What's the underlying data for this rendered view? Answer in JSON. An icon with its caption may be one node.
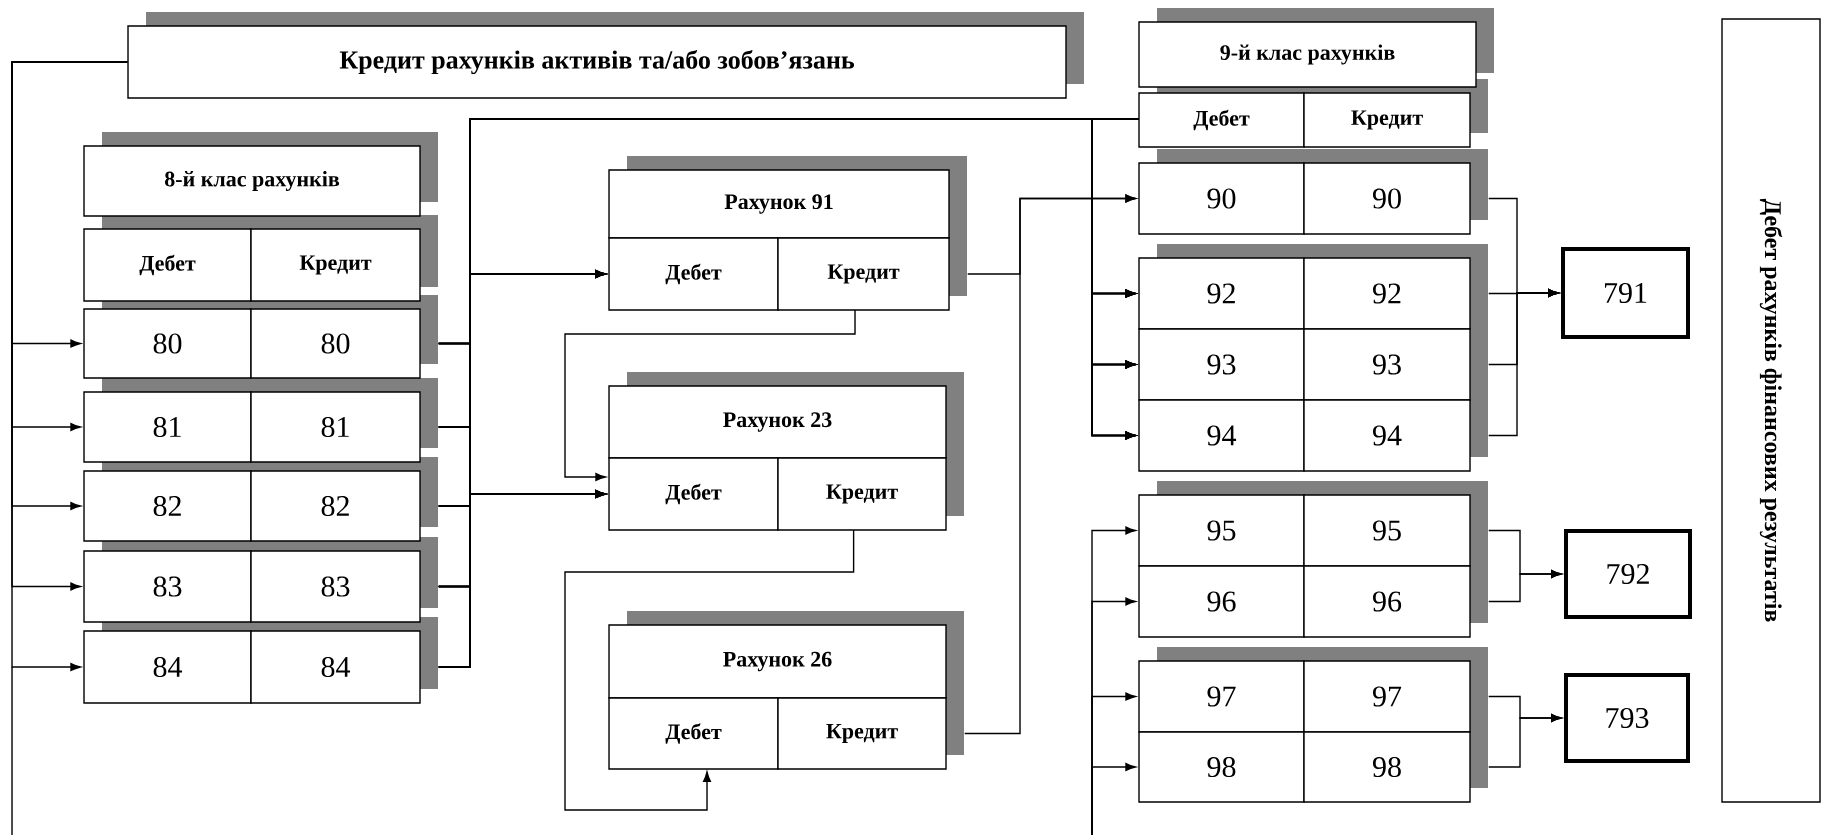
{
  "diagram": {
    "nodes": [
      {
        "text": [
          "Кредит рахунків активів та/або зобов’язань"
        ]
      },
      {
        "text": [
          "8-й клас рахунків"
        ]
      },
      {
        "text": [
          "Дебет",
          "Кредит"
        ]
      },
      {
        "text": [
          "80",
          "80"
        ]
      },
      {
        "text": [
          "81",
          "81"
        ]
      },
      {
        "text": [
          "82",
          "82"
        ]
      },
      {
        "text": [
          "83",
          "83"
        ]
      },
      {
        "text": [
          "84",
          "84"
        ]
      },
      {
        "text": [
          "Рахунок 91"
        ]
      },
      {
        "text": [
          "Дебет",
          "Кредит"
        ]
      },
      {
        "text": [
          "Рахунок 23"
        ]
      },
      {
        "text": [
          "Дебет",
          "Кредит"
        ]
      },
      {
        "text": [
          "Рахунок 26"
        ]
      },
      {
        "text": [
          "Дебет",
          "Кредит"
        ]
      },
      {
        "text": [
          "9-й клас рахунків"
        ]
      },
      {
        "text": [
          "Дебет",
          "Кредит"
        ]
      },
      {
        "text": [
          "90",
          "90"
        ]
      },
      {
        "text": [
          "92",
          "92"
        ]
      },
      {
        "text": [
          "93",
          "93"
        ]
      },
      {
        "text": [
          "94",
          "94"
        ]
      },
      {
        "text": [
          "95",
          "95"
        ]
      },
      {
        "text": [
          "96",
          "96"
        ]
      },
      {
        "text": [
          "97",
          "97"
        ]
      },
      {
        "text": [
          "98",
          "98"
        ]
      },
      {
        "text": [
          "791"
        ]
      },
      {
        "text": [
          "792"
        ]
      },
      {
        "text": [
          "793"
        ]
      },
      {
        "text": [
          "Дебет рахунків фінансових результатів"
        ]
      }
    ],
    "edges": [
      {
        "from": 0,
        "to": 3,
        "arrow": "to"
      },
      {
        "from": 0,
        "to": 4,
        "arrow": "to"
      },
      {
        "from": 0,
        "to": 5,
        "arrow": "to"
      },
      {
        "from": 0,
        "to": 6,
        "arrow": "to"
      },
      {
        "from": 0,
        "to": 7,
        "arrow": "to"
      },
      {
        "from": 3,
        "to": 9,
        "arrow": "to"
      },
      {
        "from": 3,
        "to": 11,
        "arrow": "to"
      },
      {
        "from": 3,
        "to": 15,
        "arrow": "none"
      },
      {
        "from": 3,
        "to": 17,
        "arrow": "to"
      },
      {
        "from": 3,
        "to": 18,
        "arrow": "to"
      },
      {
        "from": 3,
        "to": 19,
        "arrow": "to"
      },
      {
        "from": 4,
        "to": 9,
        "arrow": "to"
      },
      {
        "from": 4,
        "to": 11,
        "arrow": "to"
      },
      {
        "from": 4,
        "to": 15,
        "arrow": "none"
      },
      {
        "from": 4,
        "to": 17,
        "arrow": "to"
      },
      {
        "from": 4,
        "to": 18,
        "arrow": "to"
      },
      {
        "from": 4,
        "to": 19,
        "arrow": "to"
      },
      {
        "from": 5,
        "to": 9,
        "arrow": "to"
      },
      {
        "from": 5,
        "to": 11,
        "arrow": "to"
      },
      {
        "from": 5,
        "to": 15,
        "arrow": "none"
      },
      {
        "from": 5,
        "to": 17,
        "arrow": "to"
      },
      {
        "from": 5,
        "to": 18,
        "arrow": "to"
      },
      {
        "from": 5,
        "to": 19,
        "arrow": "to"
      },
      {
        "from": 6,
        "to": 9,
        "arrow": "to"
      },
      {
        "from": 6,
        "to": 11,
        "arrow": "to"
      },
      {
        "from": 6,
        "to": 15,
        "arrow": "none"
      },
      {
        "from": 6,
        "to": 17,
        "arrow": "to"
      },
      {
        "from": 6,
        "to": 18,
        "arrow": "to"
      },
      {
        "from": 6,
        "to": 19,
        "arrow": "to"
      },
      {
        "from": 7,
        "to": 9,
        "arrow": "to"
      },
      {
        "from": 7,
        "to": 11,
        "arrow": "to"
      },
      {
        "from": 7,
        "to": 15,
        "arrow": "none"
      },
      {
        "from": 7,
        "to": 17,
        "arrow": "to"
      },
      {
        "from": 7,
        "to": 18,
        "arrow": "to"
      },
      {
        "from": 7,
        "to": 19,
        "arrow": "to"
      },
      {
        "from": 9,
        "to": 16,
        "arrow": "to"
      },
      {
        "from": 13,
        "to": 16,
        "arrow": "to"
      },
      {
        "from": 9,
        "to": 11,
        "arrow": "to"
      },
      {
        "from": 11,
        "to": 13,
        "arrow": "to"
      },
      {
        "from": null,
        "to": 20,
        "arrow": "to"
      },
      {
        "from": null,
        "to": 21,
        "arrow": "to"
      },
      {
        "from": null,
        "to": 22,
        "arrow": "to"
      },
      {
        "from": null,
        "to": 23,
        "arrow": "to"
      },
      {
        "from": 16,
        "to": 24,
        "arrow": "to"
      },
      {
        "from": 17,
        "to": 24,
        "arrow": "to"
      },
      {
        "from": 18,
        "to": 24,
        "arrow": "to"
      },
      {
        "from": 19,
        "to": 24,
        "arrow": "to"
      },
      {
        "from": 20,
        "to": 25,
        "arrow": "to"
      },
      {
        "from": 21,
        "to": 25,
        "arrow": "to"
      },
      {
        "from": 22,
        "to": 26,
        "arrow": "to"
      },
      {
        "from": 23,
        "to": 26,
        "arrow": "to"
      }
    ]
  }
}
